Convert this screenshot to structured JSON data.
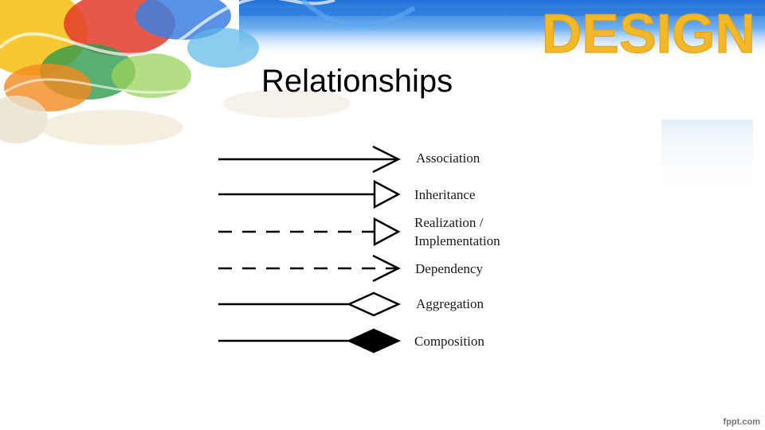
{
  "slide": {
    "title": "Relationships",
    "banner_word": "DESIGN",
    "footer": "fppt.com"
  },
  "relationships": [
    {
      "name": "association",
      "label": "Association",
      "line": "solid",
      "head": "open-arrow"
    },
    {
      "name": "inheritance",
      "label": "Inheritance",
      "line": "solid",
      "head": "hollow-triangle"
    },
    {
      "name": "realization",
      "label_line1": "Realization /",
      "label_line2": "Implementation",
      "line": "dashed",
      "head": "hollow-triangle"
    },
    {
      "name": "dependency",
      "label": "Dependency",
      "line": "dashed",
      "head": "open-arrow"
    },
    {
      "name": "aggregation",
      "label": "Aggregation",
      "line": "solid",
      "head": "hollow-diamond"
    },
    {
      "name": "composition",
      "label": "Composition",
      "line": "solid",
      "head": "filled-diamond"
    }
  ],
  "colors": {
    "banner_word": "#f2b82a",
    "banner_stripe": "#3f8be0",
    "text": "#000000"
  }
}
